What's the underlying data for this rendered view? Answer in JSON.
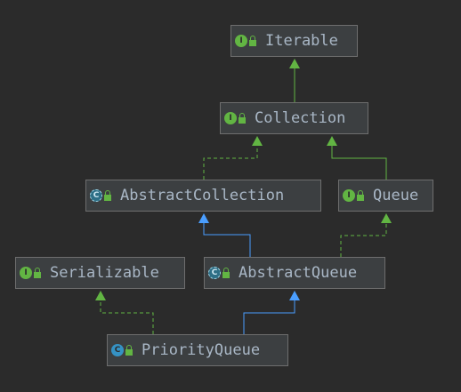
{
  "colors": {
    "background": "#2b2b2b",
    "node_fill": "#3c3f41",
    "node_border": "#6e6e6e",
    "text": "#a9b7c6",
    "implements_edge": "#62b543",
    "extends_edge": "#4a9eff",
    "interface_badge": "#62b543",
    "class_badge": "#3592c4"
  },
  "nodes": [
    {
      "id": "iterable",
      "label": "Iterable",
      "kind": "interface",
      "badge": "I"
    },
    {
      "id": "collection",
      "label": "Collection",
      "kind": "interface",
      "badge": "I"
    },
    {
      "id": "abstract-collection",
      "label": "AbstractCollection",
      "kind": "abstract",
      "badge": "C"
    },
    {
      "id": "queue",
      "label": "Queue",
      "kind": "interface",
      "badge": "I"
    },
    {
      "id": "serializable",
      "label": "Serializable",
      "kind": "interface",
      "badge": "I"
    },
    {
      "id": "abstract-queue",
      "label": "AbstractQueue",
      "kind": "abstract",
      "badge": "C"
    },
    {
      "id": "priority-queue",
      "label": "PriorityQueue",
      "kind": "class",
      "badge": "C"
    }
  ],
  "edges": [
    {
      "from": "collection",
      "to": "iterable",
      "type": "extends-interface"
    },
    {
      "from": "abstract-collection",
      "to": "collection",
      "type": "implements"
    },
    {
      "from": "queue",
      "to": "collection",
      "type": "extends-interface"
    },
    {
      "from": "abstract-queue",
      "to": "abstract-collection",
      "type": "extends"
    },
    {
      "from": "abstract-queue",
      "to": "queue",
      "type": "implements"
    },
    {
      "from": "priority-queue",
      "to": "serializable",
      "type": "implements"
    },
    {
      "from": "priority-queue",
      "to": "abstract-queue",
      "type": "extends"
    }
  ]
}
